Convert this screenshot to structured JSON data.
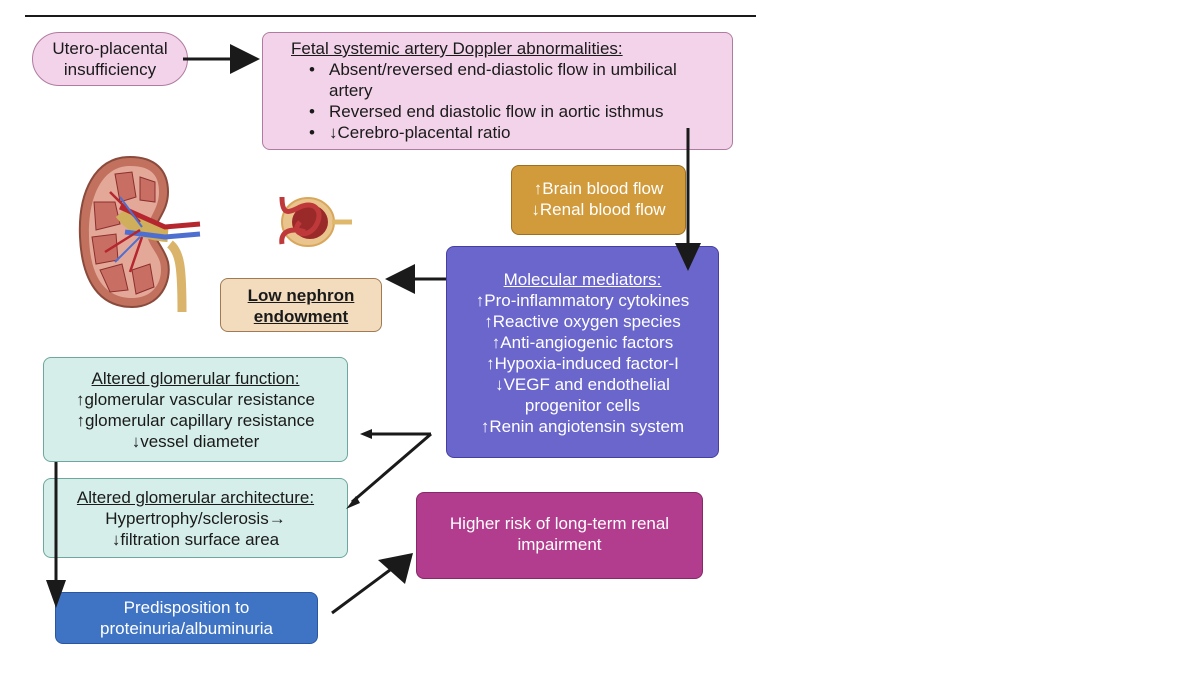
{
  "nodes": {
    "utero": {
      "lines": [
        "Utero-placental",
        "insufficiency"
      ]
    },
    "fetal": {
      "title": "Fetal systemic artery Doppler abnormalities:",
      "bullets": [
        "Absent/reversed end-diastolic flow in umbilical artery",
        "Reversed end diastolic flow in aortic isthmus",
        "↓Cerebro-placental ratio"
      ]
    },
    "blood_flow": {
      "lines": [
        "↑Brain blood flow",
        "↓Renal blood flow"
      ]
    },
    "molecular": {
      "title": "Molecular mediators:",
      "lines": [
        "↑Pro-inflammatory cytokines",
        "↑Reactive oxygen species",
        "↑Anti-angiogenic factors",
        "↑Hypoxia-induced factor-I",
        "↓VEGF and endothelial",
        "progenitor cells",
        "↑Renin angiotensin system"
      ]
    },
    "low_nephron": {
      "lines": [
        "Low nephron",
        "endowment"
      ]
    },
    "glom_function": {
      "title": "Altered glomerular function:",
      "lines": [
        "↑glomerular vascular resistance",
        "↑glomerular capillary resistance",
        "↓vessel diameter"
      ]
    },
    "glom_architecture": {
      "title": "Altered glomerular architecture:",
      "lines": [
        "Hypertrophy/sclerosis→",
        "↓filtration surface area"
      ]
    },
    "proteinuria": {
      "lines": [
        "Predisposition to",
        "proteinuria/albuminuria"
      ]
    },
    "renal_risk": {
      "lines": [
        "Higher risk of long-term renal",
        "impairment"
      ]
    }
  },
  "illustrations": [
    "kidney-cross-section",
    "glomerulus"
  ],
  "colors": {
    "pink": "#f3d3ea",
    "gold": "#d19a3a",
    "purple": "#6a66cc",
    "tan": "#f2dcbd",
    "mint": "#d5eee9",
    "blue": "#3f74c4",
    "magenta": "#b23c8e",
    "arrow": "#1a1a1a"
  }
}
